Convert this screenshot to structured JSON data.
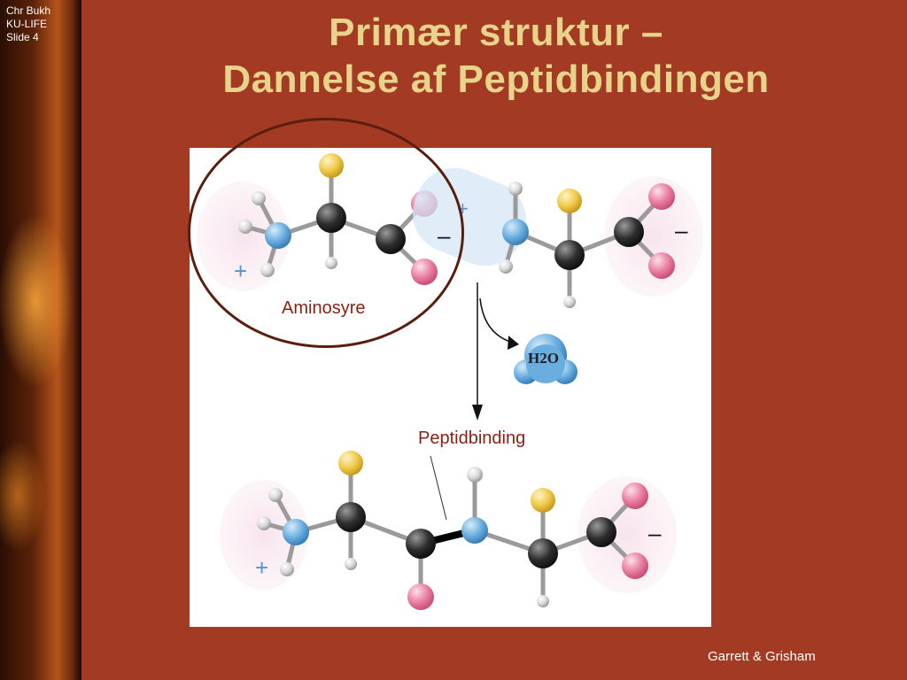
{
  "credit": {
    "line1": "Chr Bukh",
    "line2": "KU-LIFE",
    "line3": "Slide 4"
  },
  "title": {
    "line1": "Primær struktur –",
    "line2": "Dannelse af Peptidbindingen"
  },
  "diagram": {
    "label_amino": "Aminosyre",
    "label_water": "H2O",
    "label_peptide": "Peptidbinding",
    "charge_plus": "+",
    "charge_minus": "–"
  },
  "source": "Garrett & Grisham",
  "colors": {
    "background": "#a33a24",
    "title": "#e8d38a",
    "label": "#8a1f12",
    "carbon": "#3a3a3a",
    "nitrogen": "#6aaee0",
    "oxygen": "#e97ea0",
    "r_group": "#f0c94a",
    "hydrogen": "#d8d8d8"
  }
}
